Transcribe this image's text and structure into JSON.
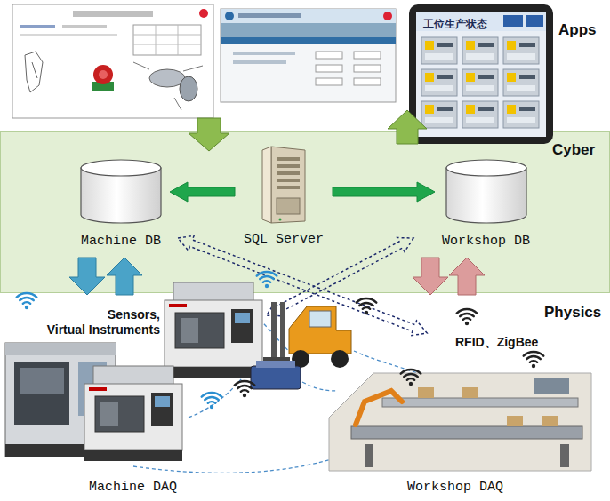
{
  "diagram": {
    "nodes": [
      {
        "text": [
          "Cyber"
        ]
      },
      {
        "text": [
          "Machine DB"
        ],
        "in": 0
      },
      {
        "text": [
          "SQL Server"
        ],
        "in": 0
      },
      {
        "text": [
          "Workshop DB"
        ],
        "in": 0
      }
    ],
    "edges": [
      {
        "from": 2,
        "to": 1,
        "arrow": "to"
      },
      {
        "from": 2,
        "to": 3,
        "arrow": "to"
      }
    ],
    "labels": [
      "Apps",
      "工位生产状态",
      "Physics",
      "Sensors, Virtual Instruments",
      "RFID、ZigBee",
      "Machine DAQ",
      "Workshop DAQ"
    ]
  }
}
